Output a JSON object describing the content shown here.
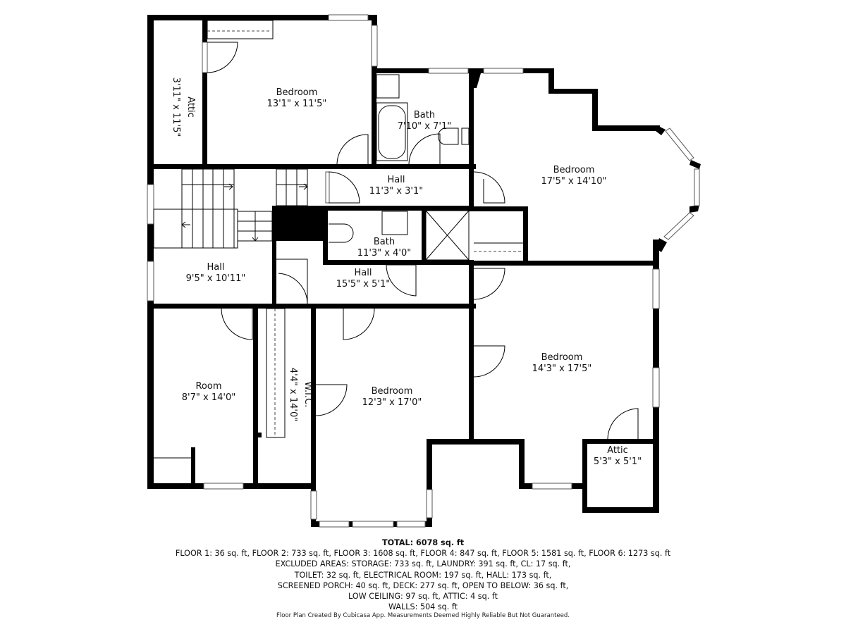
{
  "floor_plan": {
    "rooms": [
      {
        "name": "Attic",
        "dimensions": "3'11\" x 11'5\"",
        "rotated": true
      },
      {
        "name": "Bedroom",
        "dimensions": "13'1\" x 11'5\""
      },
      {
        "name": "Bath",
        "dimensions": "7'10\" x 7'1\""
      },
      {
        "name": "Bedroom",
        "dimensions": "17'5\" x 14'10\""
      },
      {
        "name": "Hall",
        "dimensions": "11'3\" x 3'1\""
      },
      {
        "name": "Bath",
        "dimensions": "11'3\" x 4'0\""
      },
      {
        "name": "Hall",
        "dimensions": "9'5\" x 10'11\""
      },
      {
        "name": "Hall",
        "dimensions": "15'5\" x 5'1\""
      },
      {
        "name": "Room",
        "dimensions": "8'7\" x 14'0\""
      },
      {
        "name": "W.I.C.",
        "dimensions": "4'4\" x 14'0\"",
        "rotated": true
      },
      {
        "name": "Bedroom",
        "dimensions": "12'3\" x 17'0\""
      },
      {
        "name": "Bedroom",
        "dimensions": "14'3\" x 17'5\""
      },
      {
        "name": "Attic",
        "dimensions": "5'3\" x 5'1\""
      }
    ]
  },
  "summary": {
    "total": "TOTAL: 6078 sq. ft",
    "lines": [
      "FLOOR 1: 36 sq. ft, FLOOR 2: 733 sq. ft, FLOOR 3: 1608 sq. ft, FLOOR 4: 847 sq. ft, FLOOR 5: 1581 sq. ft, FLOOR 6: 1273 sq. ft",
      "EXCLUDED AREAS: STORAGE: 733 sq. ft, LAUNDRY: 391 sq. ft, CL: 17 sq. ft,",
      "TOILET: 32 sq. ft, ELECTRICAL ROOM: 197 sq. ft, HALL: 173 sq. ft,",
      "SCREENED PORCH: 40 sq. ft, DECK: 277 sq. ft, OPEN TO BELOW: 36 sq. ft,",
      "LOW CEILING: 97 sq. ft, ATTIC: 4 sq. ft",
      "WALLS: 504 sq. ft"
    ]
  },
  "footer": {
    "disclaimer": "Floor Plan Created By Cubicasa App. Measurements Deemed Highly Reliable But Not Guaranteed."
  }
}
